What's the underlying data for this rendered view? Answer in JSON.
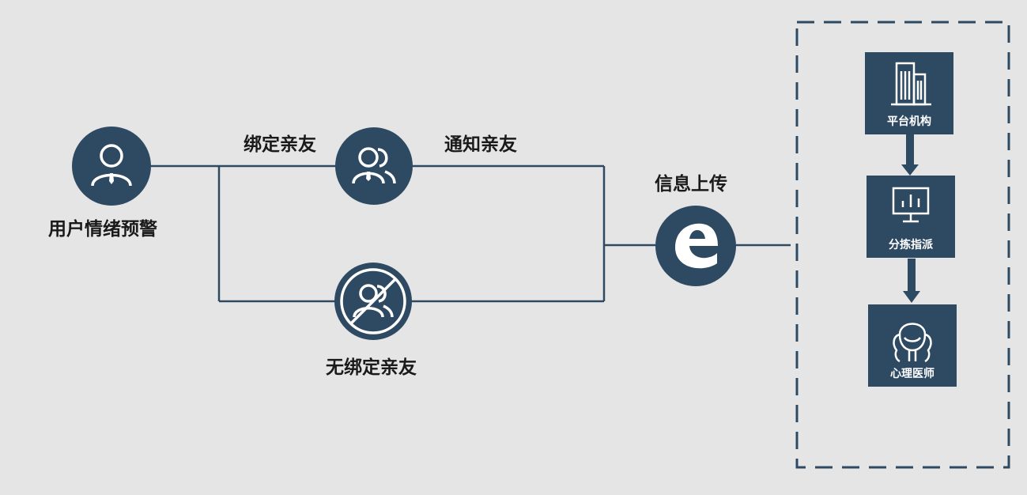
{
  "diagram": {
    "nodes": {
      "user_alert": {
        "label": "用户情绪预警",
        "icon": "person-icon"
      },
      "bind_friends": {
        "label": "绑定亲友",
        "icon": "group-icon"
      },
      "notify_friends": {
        "label": "通知亲友"
      },
      "no_bind_friends": {
        "label": "无绑定亲友",
        "icon": "group-prohibited-icon"
      },
      "info_upload": {
        "label": "信息上传",
        "icon": "edge-e-icon"
      }
    },
    "panel": {
      "boxes": [
        {
          "label": "平台机构",
          "icon": "building-icon"
        },
        {
          "label": "分拣指派",
          "icon": "monitor-chart-icon"
        },
        {
          "label": "心理医师",
          "icon": "doctor-icon"
        }
      ]
    },
    "colors": {
      "node_fill": "#2e4a62",
      "line": "#2e4a62",
      "background": "#e5e5e5",
      "text": "#1a1a1a"
    }
  }
}
